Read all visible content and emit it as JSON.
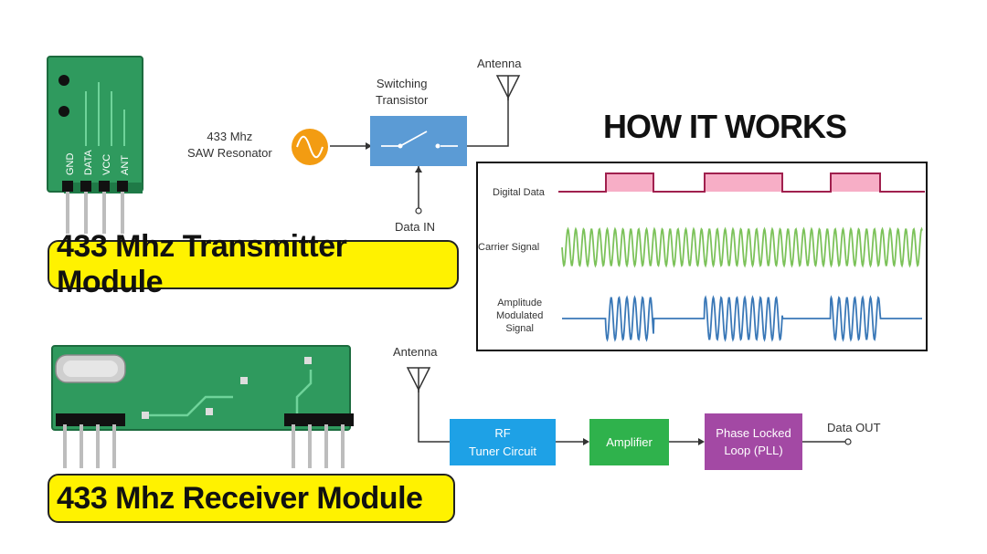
{
  "transmitter": {
    "banner": "433 Mhz Transmitter Module",
    "pins": [
      "GND",
      "DATA",
      "VCC",
      "ANT"
    ],
    "resonator_label_1": "433 Mhz",
    "resonator_label_2": "SAW Resonator",
    "switch_label_1": "Switching",
    "switch_label_2": "Transistor",
    "antenna_label": "Antenna",
    "data_in_label": "Data IN"
  },
  "how_it_works": {
    "title": "HOW IT WORKS",
    "signals": {
      "digital": "Digital Data",
      "carrier": "Carrier Signal",
      "am_1": "Amplitude",
      "am_2": "Modulated",
      "am_3": "Signal"
    }
  },
  "receiver": {
    "banner": "433 Mhz Receiver Module",
    "antenna_label": "Antenna",
    "rf_1": "RF",
    "rf_2": "Tuner Circuit",
    "amplifier": "Amplifier",
    "pll_1": "Phase Locked",
    "pll_2": "Loop (PLL)",
    "data_out": "Data OUT"
  },
  "colors": {
    "banner": "#fff200",
    "pcb": "#2f9a5e",
    "switch_block": "#5b9bd5",
    "rf_block": "#1ea1e6",
    "amp_block": "#2fb24c",
    "pll_block": "#a349a4",
    "resonator": "#f39c12",
    "digital": "#a0204e",
    "digital_fill": "#f7aec6",
    "carrier": "#7cc25a",
    "am": "#3a78b7"
  }
}
